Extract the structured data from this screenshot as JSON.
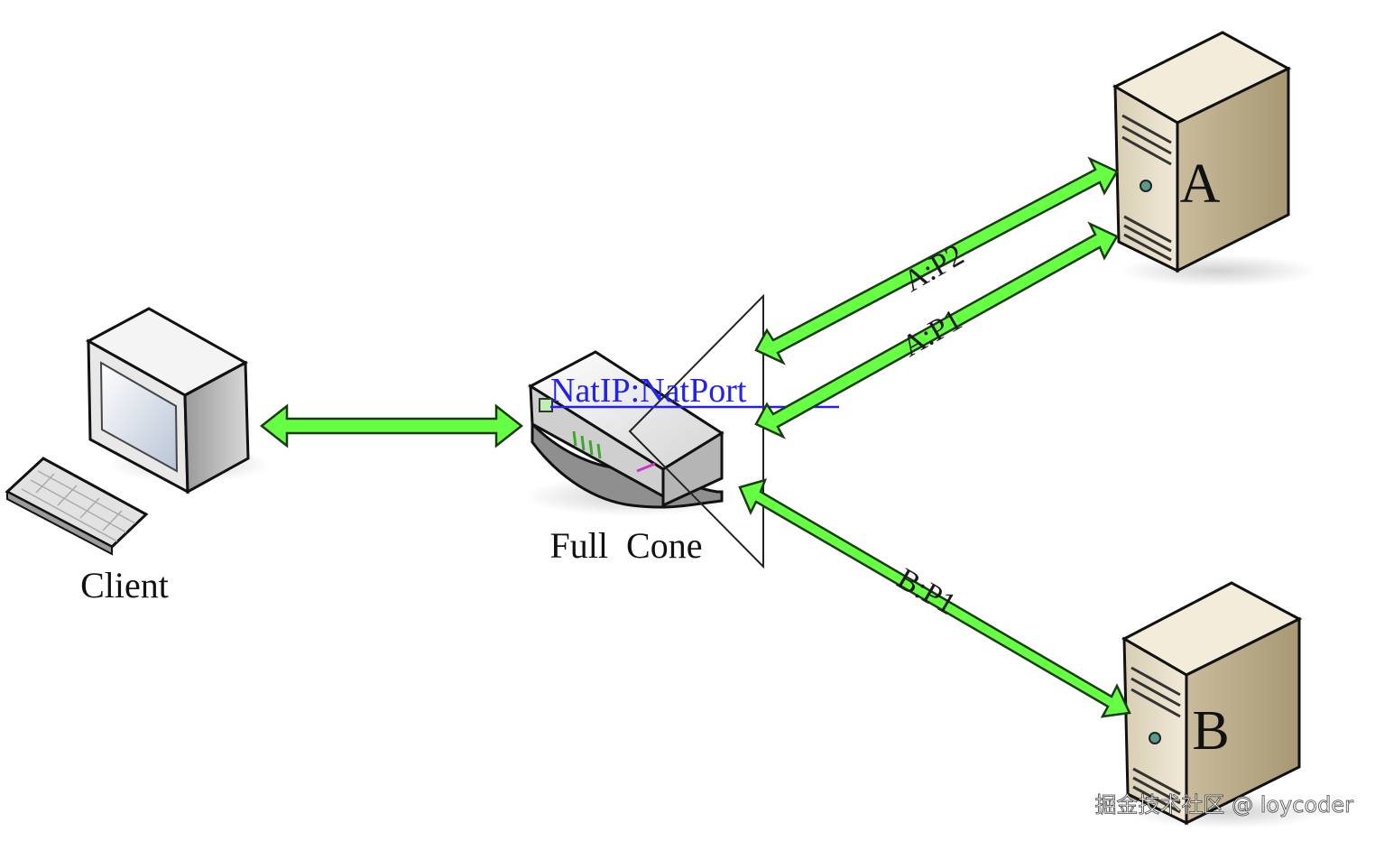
{
  "nodes": {
    "client": {
      "label": "Client"
    },
    "nat": {
      "label": "Full  Cone",
      "address": "NatIP:NatPort"
    },
    "server_a": {
      "label": "A"
    },
    "server_b": {
      "label": "B"
    }
  },
  "links": {
    "a_p2": {
      "label": "A:P2"
    },
    "a_p1": {
      "label": "A:P1"
    },
    "b_p1": {
      "label": "B:P1"
    }
  },
  "watermark": {
    "text": "掘金技术社区 @ loycoder"
  },
  "colors": {
    "arrow_fill": "#66ff44",
    "arrow_stroke": "#1c3a14",
    "link_text": "#2222ee",
    "server_body": "#e6dcc4",
    "server_side": "#b8a988"
  }
}
